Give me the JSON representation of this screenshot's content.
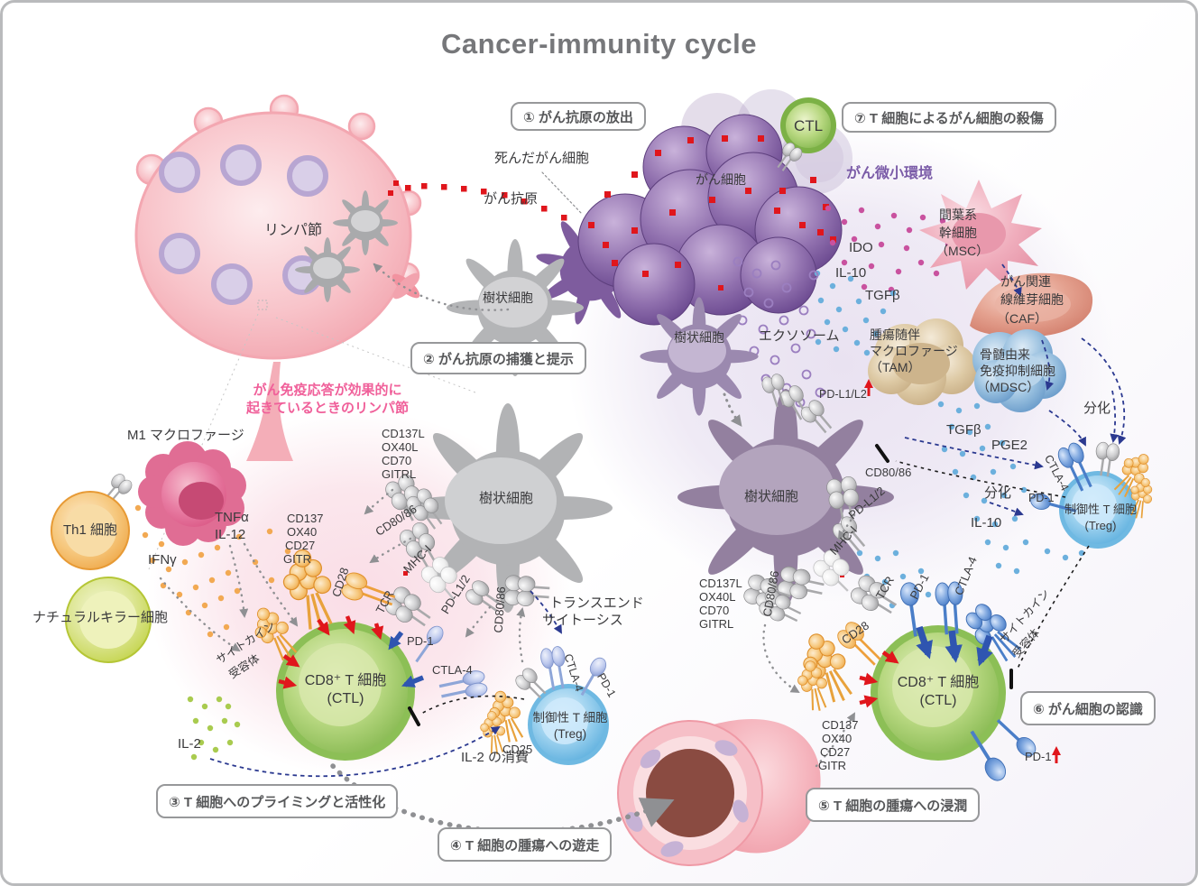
{
  "title": "Cancer-immunity cycle",
  "steps": {
    "s1": "① がん抗原の放出",
    "s2": "② がん抗原の捕獲と提示",
    "s3": "③ T 細胞へのプライミングと活性化",
    "s4": "④ T 細胞の腫瘍への遊走",
    "s5": "⑤ T 細胞の腫瘍への浸潤",
    "s6": "⑥ がん細胞の認識",
    "s7": "⑦ T 細胞によるがん細胞の殺傷"
  },
  "regions": {
    "lymph_node": "リンパ節",
    "effective_l1": "がん免疫応答が効果的に",
    "effective_l2": "起きているときのリンパ節",
    "tme": "がん微小環境"
  },
  "cells": {
    "cancer_cell": "がん細胞",
    "dead_cancer_cell": "死んだがん細胞",
    "dendritic": "樹状細胞",
    "ctl_badge": "CTL",
    "m1": "M1 マクロファージ",
    "th1": "Th1 細胞",
    "nk": "ナチュラルキラー細胞",
    "msc_l1": "間葉系",
    "msc_l2": "幹細胞",
    "msc_l3": "（MSC）",
    "caf_l1": "がん関連",
    "caf_l2": "線維芽細胞",
    "caf_l3": "（CAF）",
    "tam_l1": "腫瘍随伴",
    "tam_l2": "マクロファージ",
    "tam_l3": "（TAM）",
    "mdsc_l1": "骨髄由来",
    "mdsc_l2": "免疫抑制細胞",
    "mdsc_l3": "（MDSC）",
    "ctl_l1": "CD8⁺ T 細胞",
    "ctl_l2": "(CTL)",
    "treg_l1": "制御性 T 細胞",
    "treg_l2": "(Treg)"
  },
  "molecules": {
    "antigen": "がん抗原",
    "exosome": "エクソソーム",
    "ido": "IDO",
    "il10": "IL-10",
    "tgfb": "TGFβ",
    "pge2": "PGE2",
    "pdl1l2": "PD-L1/L2",
    "differentiation": "分化",
    "tnfa": "TNFα",
    "il12": "IL-12",
    "ifng": "IFNγ",
    "il2": "IL-2",
    "il2_consumption": "IL-2 の消費",
    "cd25": "CD25",
    "cd28": "CD28",
    "tcr": "TCR",
    "mhc1": "MHC-I",
    "pd1": "PD-1",
    "ctla4": "CTLA-4",
    "pdl12": "PD-L1/2",
    "cd8086": "CD80/86",
    "cytokine_r_l1": "サイトカイン",
    "cytokine_r_l2": "受容体",
    "transendo_l1": "トランスエンド",
    "transendo_l2": "サイトーシス"
  },
  "lists": {
    "dc_ligands": [
      "CD137L",
      "OX40L",
      "CD70",
      "GITRL"
    ],
    "t_costim": [
      "CD137",
      "OX40",
      "CD27",
      "GITR"
    ]
  },
  "colors": {
    "note_pink": "#f0609a",
    "note_purple": "#7b5ca8",
    "arrow_navy": "#2b3990",
    "arrow_gray": "#8f9093",
    "alert_red": "#e0161c",
    "title_gray": "#76777a"
  }
}
